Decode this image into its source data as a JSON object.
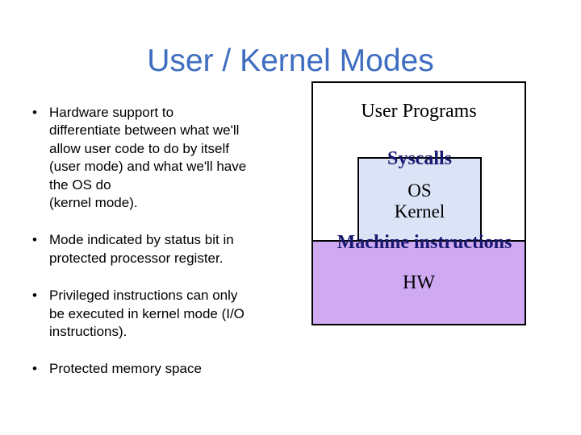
{
  "slide": {
    "title": "User / Kernel Modes",
    "bullet_char": "•",
    "bullets": [
      "Hardware support to\ndifferentiate between what we'll\nallow user code to do by itself\n(user mode) and what we'll have\nthe OS do\n(kernel mode).",
      "Mode indicated by status bit in\nprotected processor register.",
      "Privileged instructions can only\nbe executed in kernel mode (I/O\ninstructions).",
      "Protected memory space"
    ]
  },
  "diagram": {
    "user_programs_label": "User Programs",
    "syscalls_label": "Syscalls",
    "os_kernel_label": "OS\nKernel",
    "machine_instructions_label": "Machine instructions",
    "hw_label": "HW"
  },
  "colors": {
    "title_blue": "#3E6DC1",
    "label_navy": "#181870",
    "kernel_box_fill": "#DBE4F7",
    "hw_box_fill": "#CFA9F2",
    "box_border": "#000000",
    "body_text": "#000000",
    "background": "#FFFFFF"
  }
}
